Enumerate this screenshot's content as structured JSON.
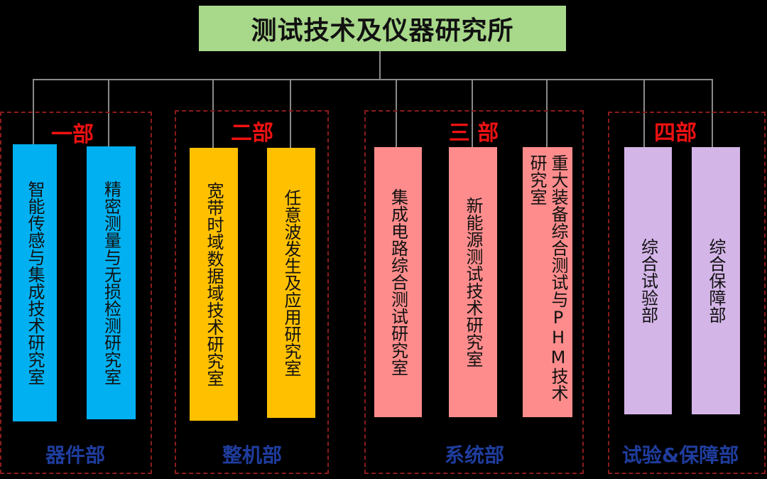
{
  "title": "测试技术及仪器研究所",
  "colors": {
    "title_bg": "#a8d88a",
    "dept1": "#00b0f0",
    "dept2": "#ffc000",
    "dept3": "#ff8c8c",
    "dept4": "#d4b5e8",
    "dept_label": "#ee1111",
    "bottom_label": "#1f3d9e"
  },
  "departments": [
    {
      "name": "一部",
      "bottom": "器件部",
      "units": [
        "智能传感与集成技术研究室",
        "精密测量与无损检测研究室"
      ]
    },
    {
      "name": "二部",
      "bottom": "整机部",
      "units": [
        "宽带时域数据域技术研究室",
        "任意波发生及应用研究室"
      ]
    },
    {
      "name": "三 部",
      "bottom": "系统部",
      "units": [
        "集成电路综合测试研究室",
        "新能源测试技术研究室",
        "重大装备综合测试与PHM技术研究室"
      ]
    },
    {
      "name": "四部",
      "bottom": "试验&保障部",
      "units": [
        "综合试验部",
        "综合保障部"
      ]
    }
  ]
}
